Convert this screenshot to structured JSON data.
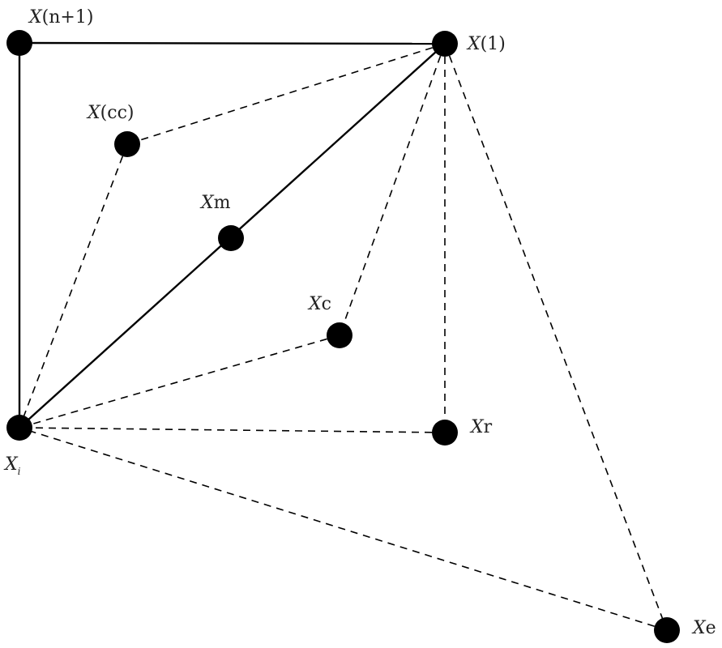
{
  "diagram": {
    "nodes": {
      "x_n1": {
        "base": "X",
        "text": "(n+1)"
      },
      "x_1": {
        "base": "X",
        "text": "(1)"
      },
      "x_cc": {
        "base": "X",
        "text": "(cc)"
      },
      "x_m": {
        "base": "X",
        "text": "m"
      },
      "x_c": {
        "base": "X",
        "text": "c"
      },
      "x_r": {
        "base": "X",
        "text": "r"
      },
      "x_i": {
        "base": "X",
        "sub": "i"
      },
      "x_e": {
        "base": "X",
        "text": "e"
      }
    },
    "solid_edges": [
      [
        "x_n1",
        "x_1"
      ],
      [
        "x_n1",
        "x_i"
      ],
      [
        "x_i",
        "x_1"
      ]
    ],
    "dashed_edges": [
      [
        "x_1",
        "x_cc"
      ],
      [
        "x_cc",
        "x_i"
      ],
      [
        "x_1",
        "x_c"
      ],
      [
        "x_c",
        "x_i"
      ],
      [
        "x_1",
        "x_r"
      ],
      [
        "x_r",
        "x_i"
      ],
      [
        "x_1",
        "x_e"
      ],
      [
        "x_e",
        "x_i"
      ]
    ],
    "colors": {
      "node": "#000000",
      "line": "#000000",
      "label": "#222222",
      "background": "#ffffff"
    }
  }
}
